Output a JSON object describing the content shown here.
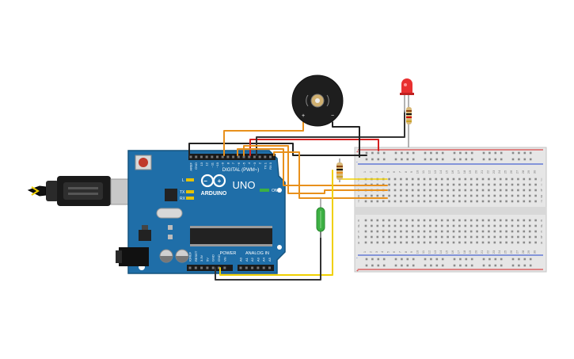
{
  "arduino": {
    "brand": "ARDUINO",
    "model": "UNO",
    "on_label": "ON",
    "digital_header": "DIGITAL (PWM~)",
    "power_label": "POWER",
    "analog_label": "ANALOG IN",
    "tx_label": "TX",
    "rx_label": "RX",
    "l_label": "L",
    "top_pins": [
      "AREF",
      "GND",
      "13",
      "12",
      "~11",
      "~10",
      "~9",
      "8",
      "7",
      "~6",
      "~5",
      "4",
      "~3",
      "2",
      "TX 1",
      "RX 0"
    ],
    "power_pins": [
      "IOREF",
      "RESET",
      "3.3V",
      "5V",
      "GND",
      "GND",
      "Vin"
    ],
    "analog_pins": [
      "A0",
      "A1",
      "A2",
      "A3",
      "A4",
      "A5"
    ]
  },
  "breadboard": {
    "columns": 30,
    "row_letters_top": [
      "j",
      "i",
      "h",
      "g",
      "f"
    ],
    "row_letters_bottom": [
      "e",
      "d",
      "c",
      "b",
      "a"
    ],
    "rail_plus": "+",
    "rail_minus": "-"
  },
  "buzzer": {
    "plus_label": "+",
    "minus_label": "−"
  },
  "colors": {
    "board_blue": "#1f6ea8",
    "wire_black": "#222222",
    "wire_orange": "#e8901c",
    "wire_red": "#d42020",
    "wire_yellow": "#f0d000",
    "wire_darkgray": "#333333",
    "led_red": "#e83030",
    "sensor_green": "#3cb043"
  }
}
